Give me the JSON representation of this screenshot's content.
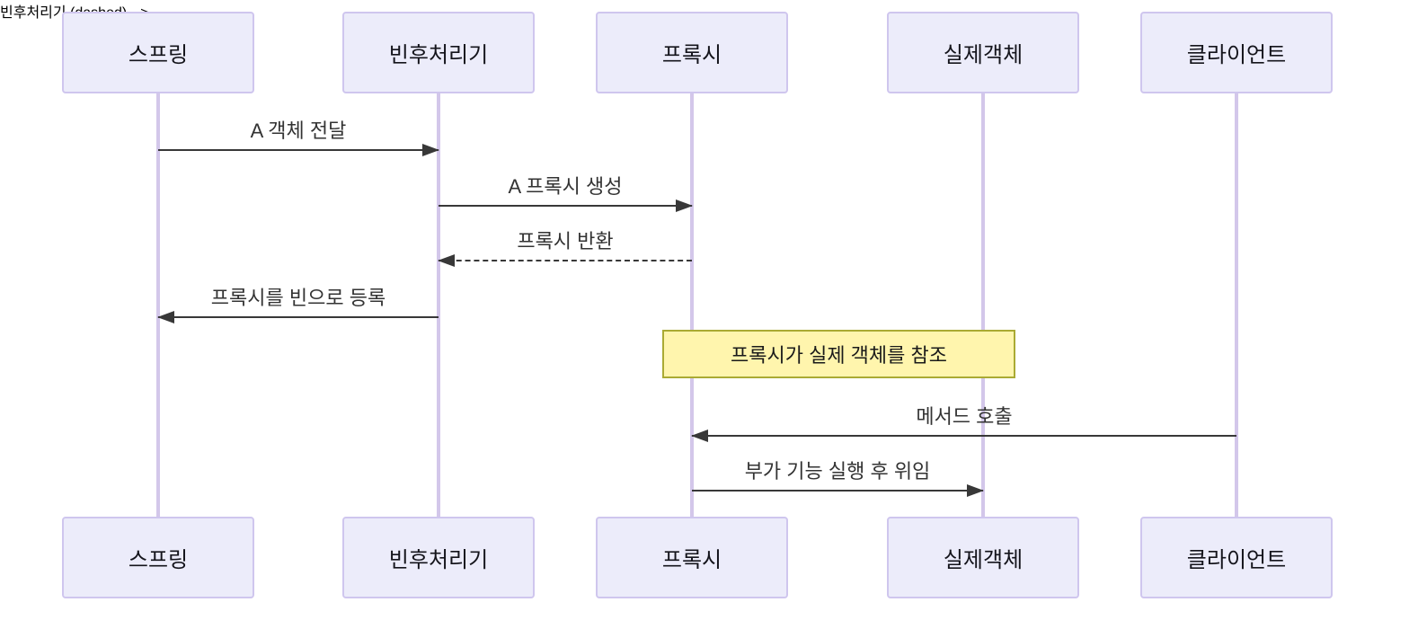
{
  "diagram": {
    "type": "sequence-diagram",
    "background": "#ffffff",
    "colors": {
      "actor_fill": "#ececfa",
      "actor_border": "#cfc6ee",
      "lifeline": "#d3c7ea",
      "message_line": "#383838",
      "message_text": "#333333",
      "note_fill": "#fff5ad",
      "note_border": "#aaaa33"
    },
    "actors": [
      {
        "id": "spring",
        "label": "스프링"
      },
      {
        "id": "bean-post-processor",
        "label": "빈후처리기"
      },
      {
        "id": "proxy",
        "label": "프록시"
      },
      {
        "id": "real-object",
        "label": "실제객체"
      },
      {
        "id": "client",
        "label": "클라이언트"
      }
    ],
    "messages": [
      {
        "from": "스프링",
        "to": "빈후처리기",
        "label": "A 객체 전달",
        "line": "solid",
        "direction": "right"
      },
      {
        "from": "빈후처리기",
        "to": "프록시",
        "label": "A 프록시 생성",
        "line": "solid",
        "direction": "right"
      },
      {
        "from": "프록시",
        "to": "빈후처리기",
        "label": "프록시 반환",
        "line": "dashed",
        "direction": "left"
      },
      {
        "from": "빈후처리기",
        "to": "스프링",
        "label": "프록시를 빈으로 등록",
        "line": "solid",
        "direction": "left"
      },
      {
        "from": "클라이언트",
        "to": "프록시",
        "label": "메서드 호출",
        "line": "solid",
        "direction": "left"
      },
      {
        "from": "프록시",
        "to": "실제객체",
        "label": "부가 기능 실행 후 위임",
        "line": "solid",
        "direction": "right"
      }
    ],
    "note": {
      "label": "프록시가 실제 객체를 참조",
      "over": [
        "프록시",
        "실제객체"
      ]
    }
  }
}
